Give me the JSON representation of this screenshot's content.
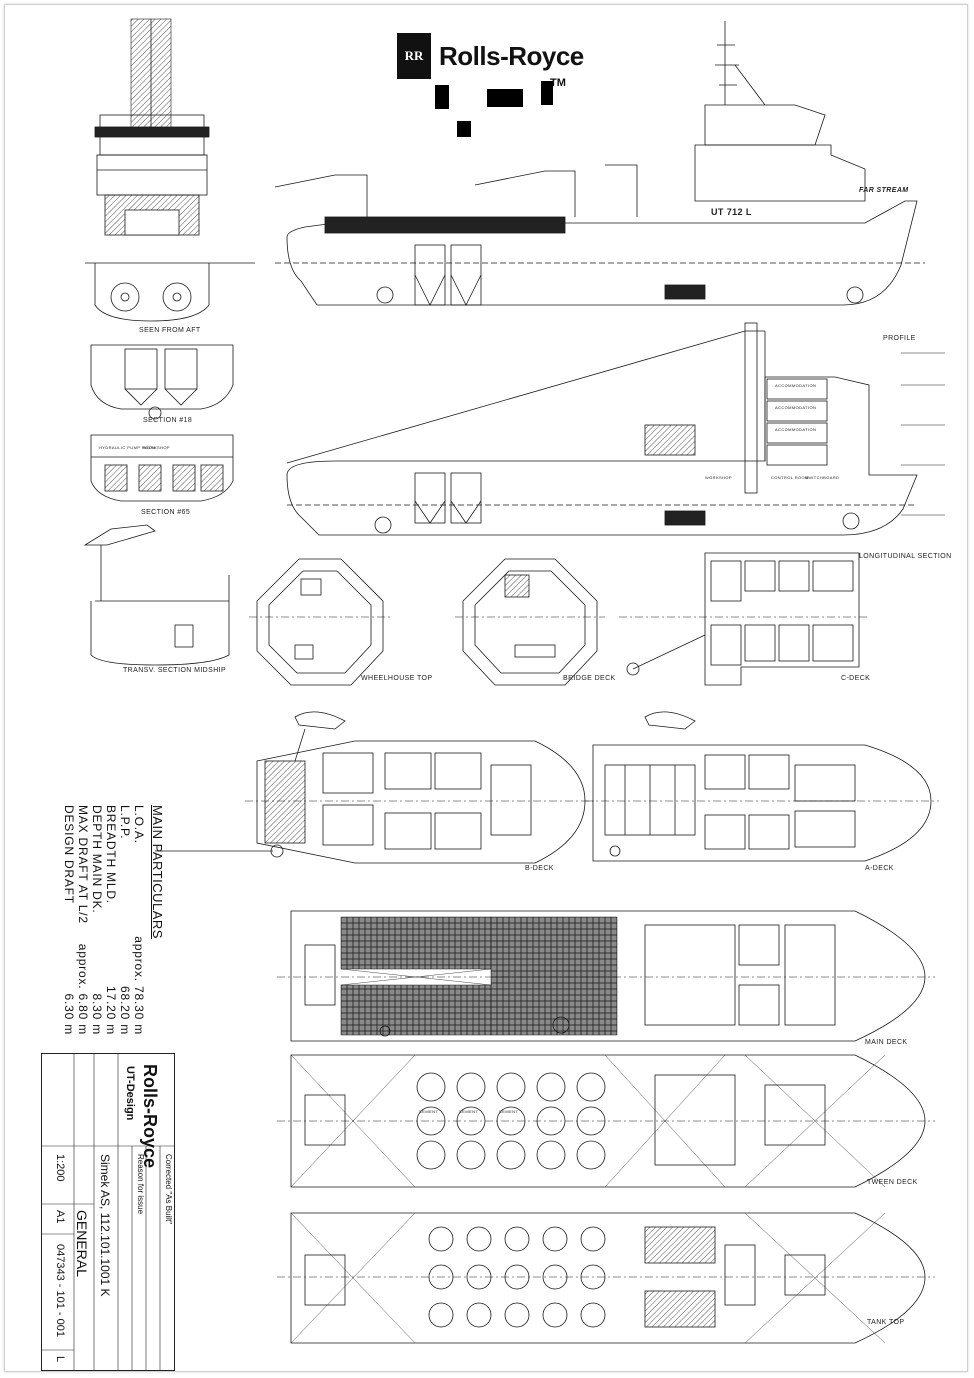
{
  "brand": {
    "name": "Rolls-Royce",
    "badge": "RR",
    "tm": "TM"
  },
  "vessel": {
    "name_on_hull": "FAR STREAM",
    "design_on_hull": "UT 712 L"
  },
  "view_labels": {
    "seen_from_aft": "SEEN FROM AFT",
    "profile": "PROFILE",
    "section_18": "SECTION #18",
    "section_65": "SECTION #65",
    "longitudinal": "LONGITUDINAL SECTION",
    "transv_midship": "TRANSV. SECTION MIDSHIP",
    "wheelhouse_top": "WHEELHOUSE TOP",
    "bridge_deck": "BRIDGE DECK",
    "c_deck": "C-DECK",
    "b_deck": "B-DECK",
    "a_deck": "A-DECK",
    "main_deck": "MAIN DECK",
    "tween_deck": "TWEEN DECK",
    "tank_top": "TANK TOP"
  },
  "room_labels": {
    "accommodation": "ACCOMMODATION",
    "control_room": "CONTROL ROOM",
    "switchboard": "SWITCHBOARD",
    "workshop": "WORKSHOP",
    "cement": "CEMENT",
    "hydraulic_pump_room": "HYDRAULIC PUMP ROOM"
  },
  "main_particulars": {
    "title": "MAIN PARTICULARS",
    "rows": [
      {
        "label": "L.O.A.",
        "value": "approx. 78.30 m"
      },
      {
        "label": "L.P.P.",
        "value": "68.20 m"
      },
      {
        "label": "BREADTH MLD.",
        "value": "17.20 m"
      },
      {
        "label": "DEPTH MAIN DK.",
        "value": "8.30 m"
      },
      {
        "label": "MAX DRAFT AT L/2",
        "value": "approx. 6.80 m"
      },
      {
        "label": "DESIGN DRAFT",
        "value": "6.30 m"
      }
    ]
  },
  "title_block": {
    "company": "Rolls-Royce",
    "design": "UT-Design",
    "drawing_title": "GENERAL",
    "yard_ref": "Simek AS, 112.101.1001 K",
    "scale": "1:200",
    "size": "A1",
    "drawing_no": "047343 - 101 - 001",
    "rev": "L",
    "rev_note": "Reason for issue",
    "rev_entry": "Corrected \"As Built\""
  },
  "colors": {
    "line": "#1a1a1a",
    "hatch": "#555555",
    "paper": "#ffffff",
    "frame_border": "#cfcfcf"
  }
}
